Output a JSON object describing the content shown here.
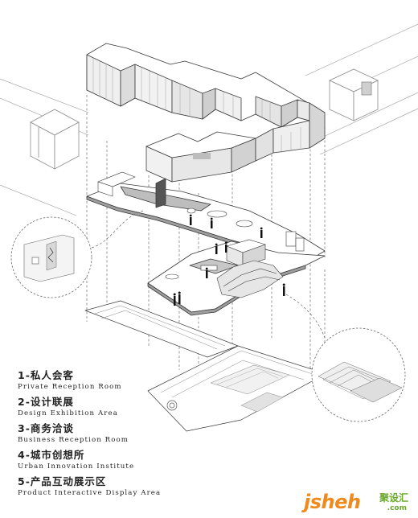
{
  "legend": [
    {
      "number": "1-",
      "cn": "私人会客",
      "en": "Private Reception Room"
    },
    {
      "number": "2-",
      "cn": "设计联展",
      "en": "Design Exhibition Area"
    },
    {
      "number": "3-",
      "cn": "商务洽谈",
      "en": "Business Reception Room"
    },
    {
      "number": "4-",
      "cn": "城市创想所",
      "en": "Urban Innovation Institute"
    },
    {
      "number": "5-",
      "cn": "产品互动展示区",
      "en": "Product Interactive Display Area"
    }
  ],
  "watermark": {
    "main": "jsheh",
    "cn": "聚设汇",
    "sub": ".com"
  },
  "colors": {
    "line": "#3a3a3a",
    "fill_light": "#eeeeee",
    "fill_mid": "#d9d9d9",
    "fill_dark": "#bdbdbd",
    "figure": "#111111",
    "watermark_orange": "#f08a1c",
    "watermark_green": "#6aa82e"
  }
}
